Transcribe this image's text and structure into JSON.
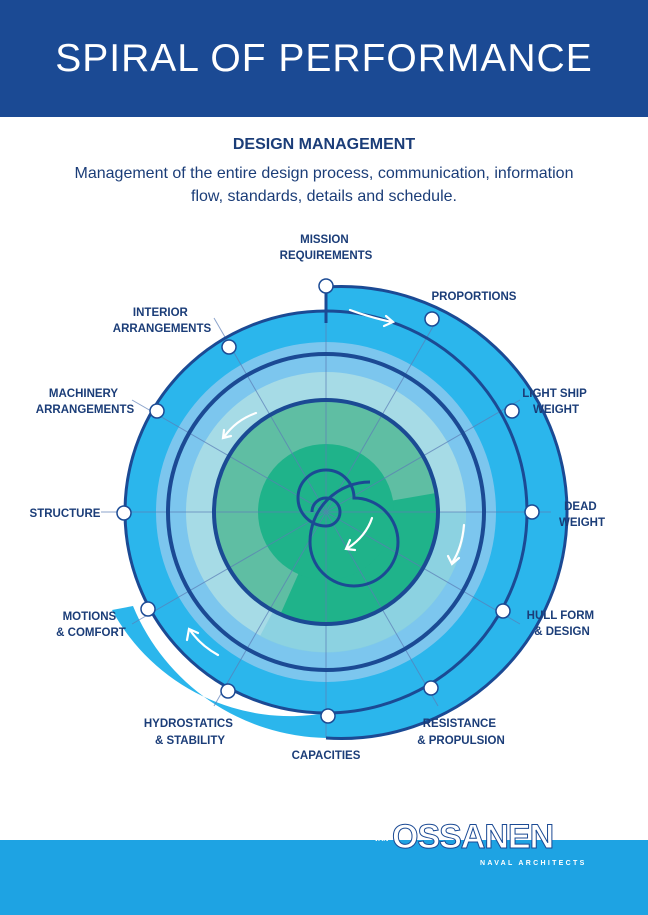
{
  "header": {
    "title": "SPIRAL OF PERFORMANCE"
  },
  "intro": {
    "subtitle": "DESIGN MANAGEMENT",
    "description": "Management of the entire design process, communication, information flow, standards, details and schedule."
  },
  "spiral": {
    "stages": [
      {
        "id": "mission",
        "lines": [
          "MISSION",
          "REQUIREMENTS"
        ]
      },
      {
        "id": "proportions",
        "lines": [
          "PROPORTIONS"
        ]
      },
      {
        "id": "light-ship",
        "lines": [
          "LIGHT SHIP",
          "WEIGHT"
        ]
      },
      {
        "id": "dead-weight",
        "lines": [
          "DEAD",
          "WEIGHT"
        ]
      },
      {
        "id": "hull-form",
        "lines": [
          "HULL FORM",
          "& DESIGN"
        ]
      },
      {
        "id": "resistance",
        "lines": [
          "RESISTANCE",
          "& PROPULSION"
        ]
      },
      {
        "id": "capacities",
        "lines": [
          "CAPACITIES"
        ]
      },
      {
        "id": "hydrostatics",
        "lines": [
          "HYDROSTATICS",
          "& STABILITY"
        ]
      },
      {
        "id": "motions",
        "lines": [
          "MOTIONS",
          "& COMFORT"
        ]
      },
      {
        "id": "structure",
        "lines": [
          "STRUCTURE"
        ]
      },
      {
        "id": "machinery",
        "lines": [
          "MACHINERY",
          "ARRANGEMENTS"
        ]
      },
      {
        "id": "interior",
        "lines": [
          "INTERIOR",
          "ARRANGEMENTS"
        ]
      }
    ],
    "colors": {
      "outer": "#2bb6ec",
      "ring2": "#7cc6ee",
      "ring3": "#a6dbe6",
      "ring4": "#5fbea3",
      "core": "#1fb38a",
      "lines": "#1b4a94"
    }
  },
  "logo": {
    "prefix": "VAN",
    "name": "OSSANEN",
    "tagline": "NAVAL ARCHITECTS"
  }
}
